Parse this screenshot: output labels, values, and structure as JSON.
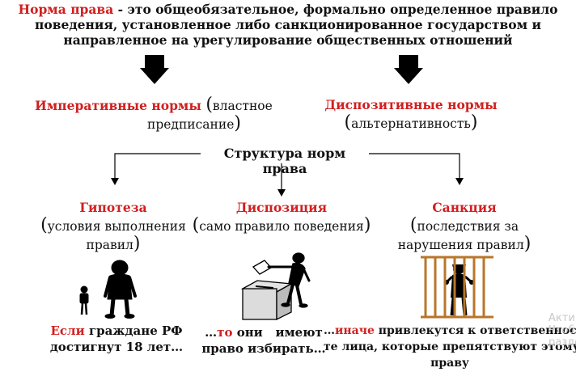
{
  "definition": {
    "term": "Норма права",
    "dash": " - ",
    "rest": "это общеобязательное, формально определенное правило поведения, установленное либо санкционированное государством и направленное на урегулирование общественных отношений"
  },
  "types": {
    "imperative": {
      "title": "Императивные нормы",
      "desc_a": "властное",
      "desc_b": "предписание"
    },
    "dispositive": {
      "title": "Диспозитивные нормы",
      "desc": "альтернативность"
    }
  },
  "structure_title": "Структура норм права",
  "elements": {
    "hypothesis": {
      "title": "Гипотеза",
      "desc_a": "условия выполнения",
      "desc_b": "правил"
    },
    "disposition": {
      "title": "Диспозиция",
      "desc": "само правило поведения"
    },
    "sanction": {
      "title": "Санкция",
      "desc_a": "последствия за",
      "desc_b": "нарушения правил"
    }
  },
  "examples": {
    "hypothesis": {
      "kw": "Если",
      "text_a": " граждане РФ",
      "text_b": "достигнут 18 лет…"
    },
    "disposition": {
      "lead": "…",
      "kw": "то",
      "text_a": " они   имеют",
      "text_b": "право избирать…"
    },
    "sanction": {
      "lead": "…",
      "kw": "иначе",
      "text_a": " привлекутся к ответственности",
      "text_b": "те лица, которые препятствуют этому",
      "text_c": "праву"
    }
  },
  "watermark": {
    "line1": "Акти",
    "line2": "Чтоб",
    "line3": "разде"
  },
  "colors": {
    "accent": "#d21f1f",
    "text": "#111111"
  }
}
